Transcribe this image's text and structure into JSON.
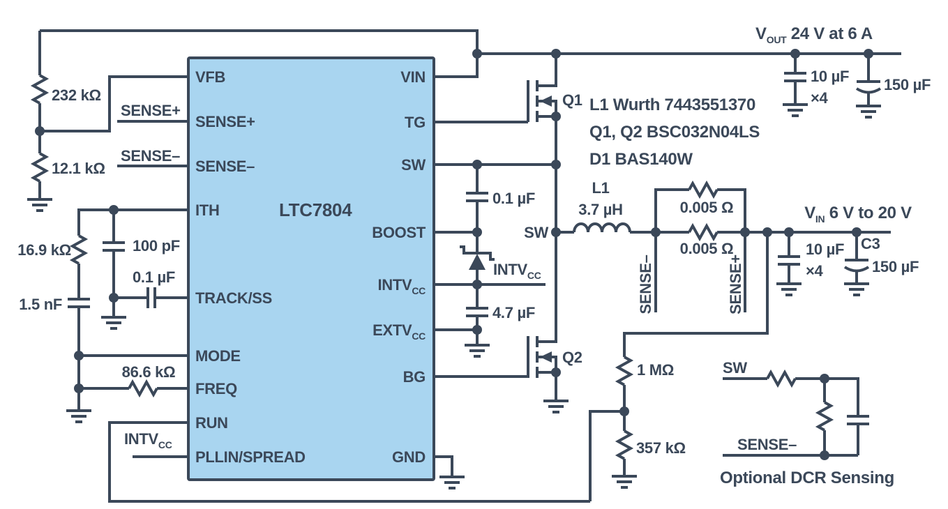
{
  "ic": {
    "name": "LTC7804",
    "left_pins": [
      "VFB",
      "SENSE+",
      "SENSE–",
      "ITH",
      "TRACK/SS",
      "MODE",
      "FREQ",
      "RUN",
      "PLLIN/SPREAD"
    ],
    "right_pins": [
      "VIN",
      "TG",
      "SW",
      "BOOST",
      {
        "main": "INTV",
        "sub": "CC"
      },
      {
        "main": "EXTV",
        "sub": "CC"
      },
      "BG",
      "GND"
    ]
  },
  "rails": {
    "vout": {
      "main": "V",
      "sub": "OUT",
      "rest": " 24 V at 6 A"
    },
    "vin": {
      "main": "V",
      "sub": "IN",
      "rest": " 6 V to 20 V"
    }
  },
  "feedback": {
    "r_top": "232 kΩ",
    "r_bottom": "12.1 kΩ"
  },
  "comp": {
    "r": "16.9 kΩ",
    "c1": "1.5 nF",
    "c2": "100 pF",
    "c_ss": "0.1 µF"
  },
  "freq": {
    "r": "86.6 kΩ"
  },
  "stubs": {
    "sense_plus": "SENSE+",
    "sense_minus": "SENSE–",
    "intvcc": {
      "main": "INTV",
      "sub": "CC"
    }
  },
  "boost": {
    "cap": "0.1 µF",
    "diode_net": {
      "main": "INTV",
      "sub": "CC"
    },
    "c_intvcc": "4.7 µF"
  },
  "fets": {
    "q1": "Q1",
    "q2": "Q2"
  },
  "inductor": {
    "ref": "L1",
    "value": "3.7 µH"
  },
  "sense": {
    "r1": "0.005 Ω",
    "r2": "0.005 Ω",
    "minus": "SENSE–",
    "plus": "SENSE+",
    "sw": "SW"
  },
  "outcaps": {
    "c1": "10 µF",
    "c1_mult": "×4",
    "c2": "150 µF"
  },
  "incaps": {
    "c1": "10 µF",
    "c1_mult": "×4",
    "c2_ref": "C3",
    "c2": "150 µF"
  },
  "run_divider": {
    "r1": "1 MΩ",
    "r2": "357 kΩ"
  },
  "notes": [
    "L1 Wurth 7443551370",
    "Q1, Q2 BSC032N04LS",
    "D1 BAS140W"
  ],
  "dcr": {
    "sw": "SW",
    "sense_minus": "SENSE–",
    "caption": "Optional DCR Sensing"
  },
  "colors": {
    "line": "#3b4859",
    "ic_fill": "#a9d5f0",
    "background": "#ffffff"
  }
}
